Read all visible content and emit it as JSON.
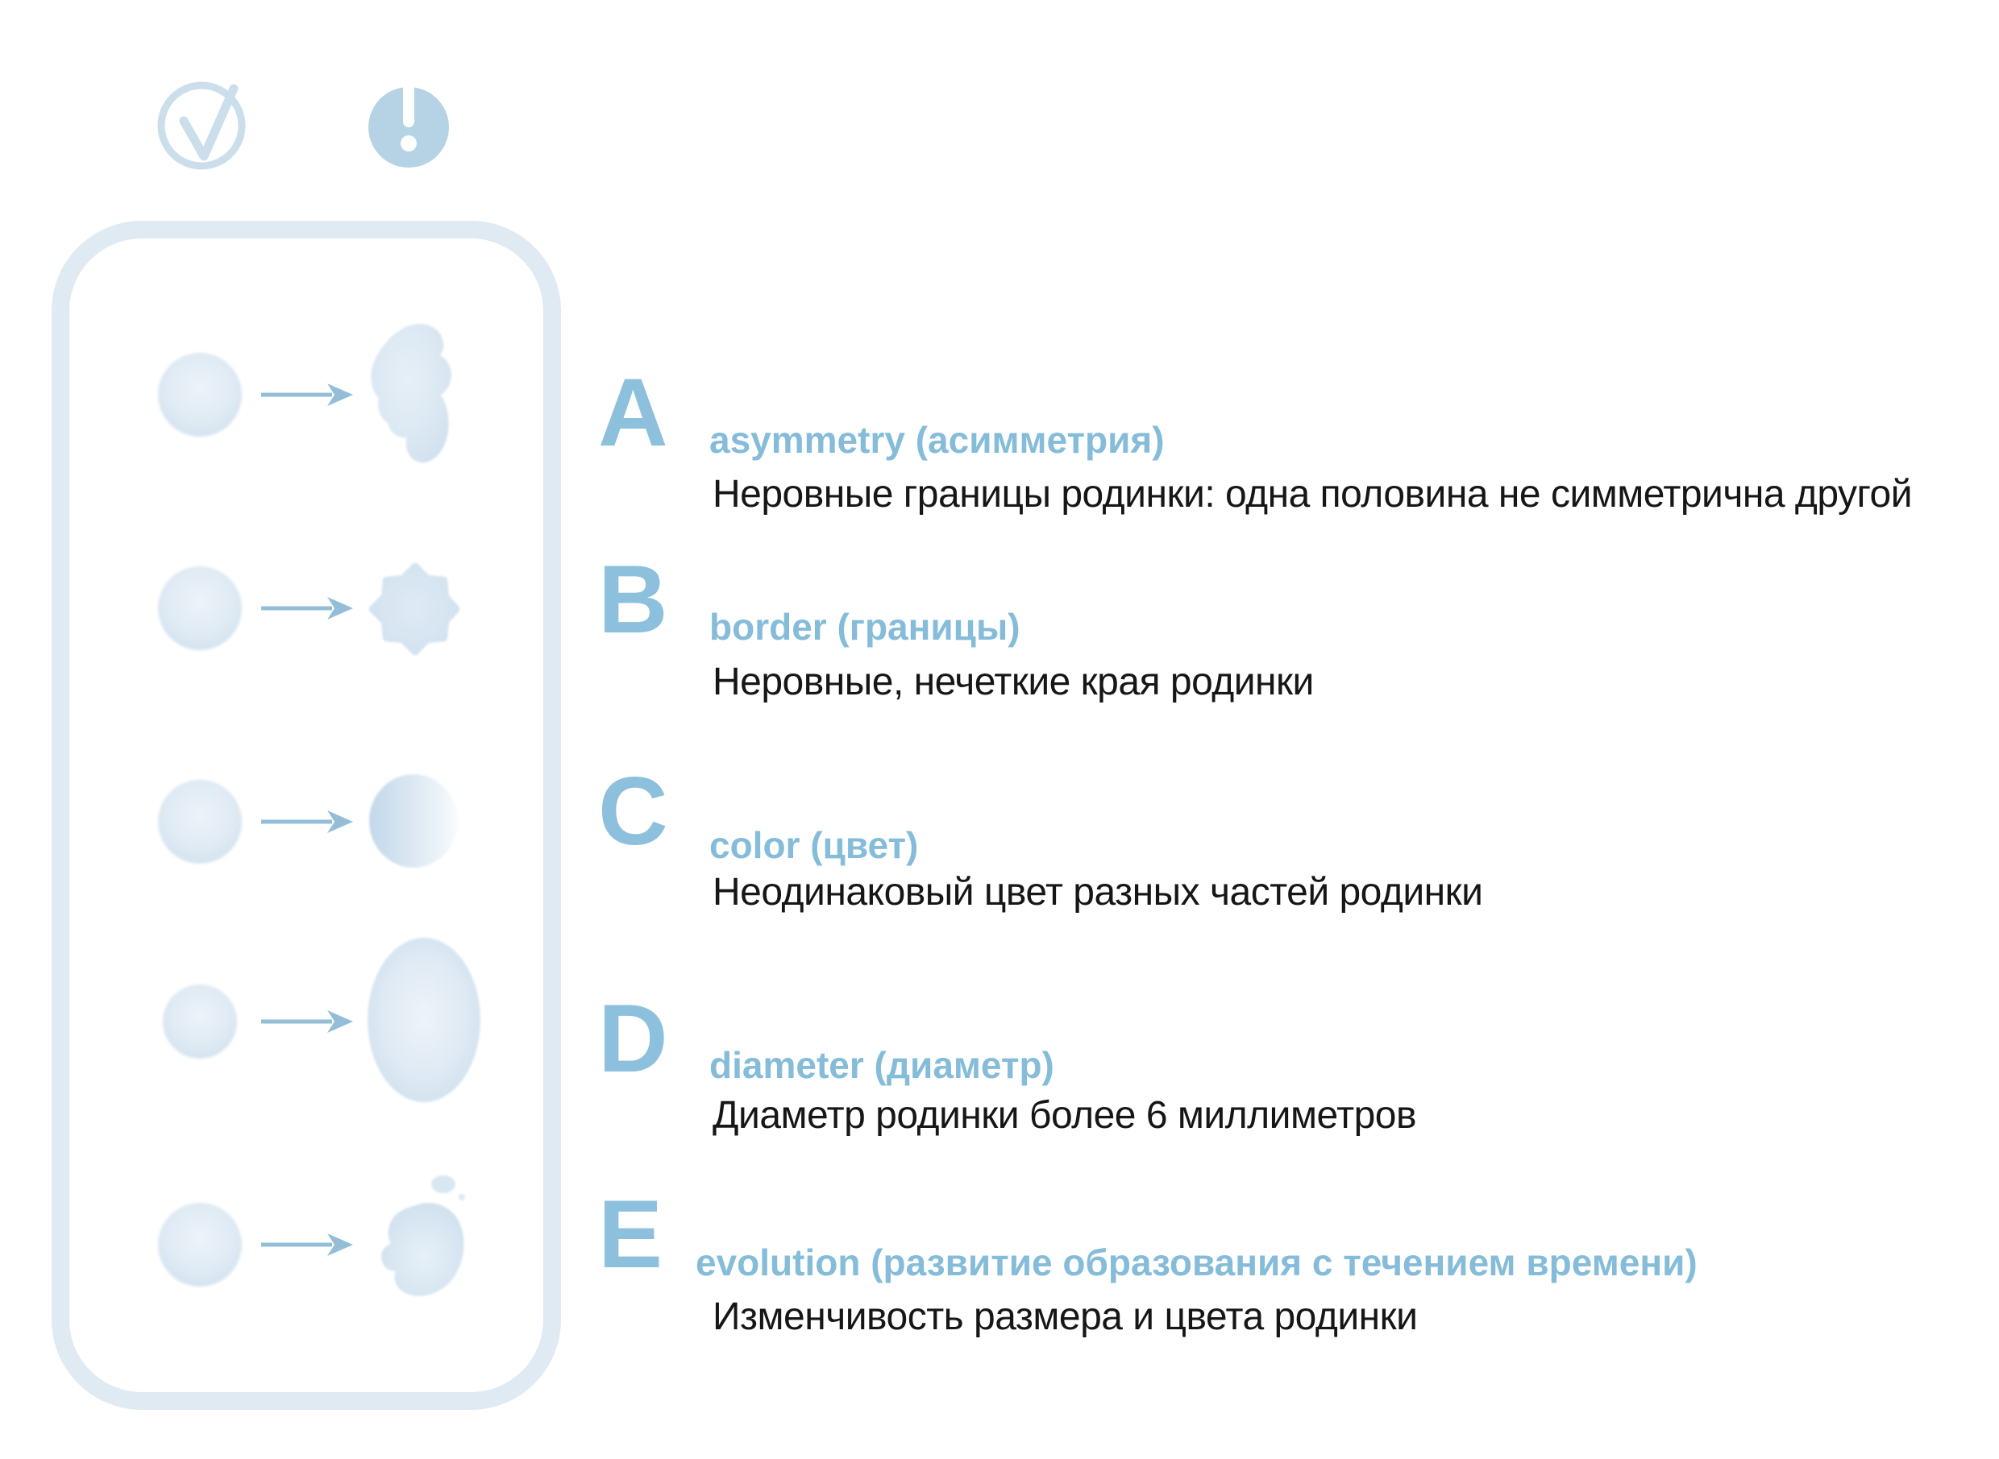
{
  "palette": {
    "letter_blue": "#8cc0dc",
    "title_blue": "#85bcd9",
    "text_color": "#161616",
    "panel_border": "#e0eaf3",
    "mole_fill": "#dbe8f3",
    "arrow_blue": "#94bed8",
    "check_icon_color": "#cbdeec",
    "alert_icon_fill": "#b5d3e4"
  },
  "icons": {
    "check": "check-circle-icon",
    "alert": "exclamation-circle-icon"
  },
  "sections": [
    {
      "letter": "A",
      "title": "asymmetry (асимметрия)",
      "description": "Неровные границы родинки: одна половина не симметрична другой"
    },
    {
      "letter": "B",
      "title": "border (границы)",
      "description": "Неровные, нечеткие края родинки"
    },
    {
      "letter": "C",
      "title": "color (цвет)",
      "description": "Неодинаковый цвет разных частей родинки"
    },
    {
      "letter": "D",
      "title": "diameter (диаметр)",
      "description": "Диаметр родинки более 6 миллиметров"
    },
    {
      "letter": "E",
      "title": "evolution (развитие образования с течением времени)",
      "description": "Изменчивость размера и цвета родинки"
    }
  ]
}
